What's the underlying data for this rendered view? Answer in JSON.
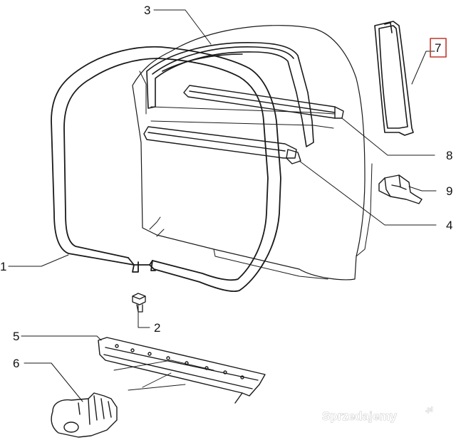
{
  "parts": [
    {
      "id": "1",
      "label": "1"
    },
    {
      "id": "2",
      "label": "2"
    },
    {
      "id": "3",
      "label": "3"
    },
    {
      "id": "4",
      "label": "4"
    },
    {
      "id": "5",
      "label": "5"
    },
    {
      "id": "6",
      "label": "6"
    },
    {
      "id": "7",
      "label": "7",
      "highlighted": true
    },
    {
      "id": "8",
      "label": "8"
    },
    {
      "id": "9",
      "label": "9"
    }
  ],
  "highlight_color": "#c0392b",
  "watermark": {
    "text": "Sprzedajemy",
    "suffix": ".pl"
  }
}
